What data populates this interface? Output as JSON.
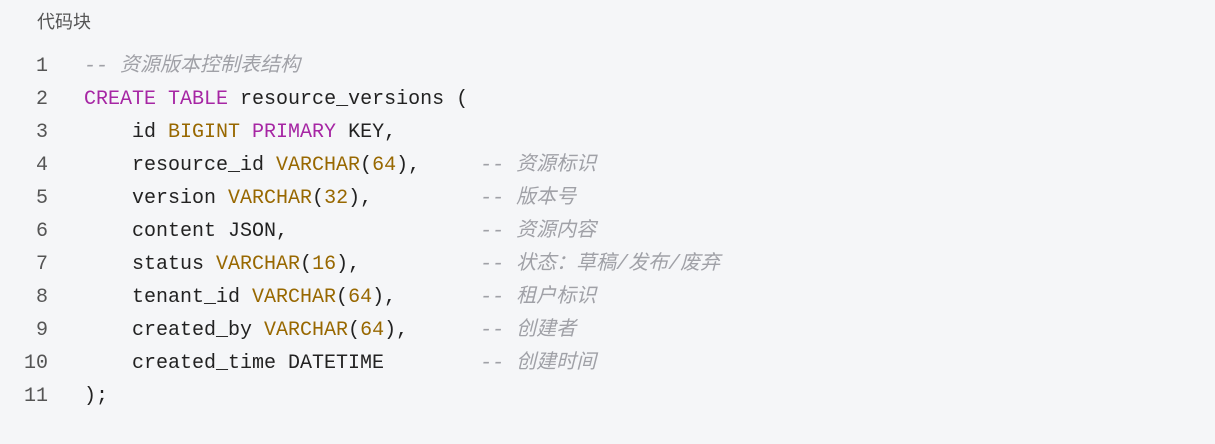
{
  "title": "代码块",
  "colors": {
    "background": "#f5f6f8",
    "keyword": "#a626a4",
    "type": "#986801",
    "comment": "#a0a1a7",
    "text": "#222222"
  },
  "lines": [
    [
      [
        "c",
        "-- 资源版本控制表结构"
      ]
    ],
    [
      [
        "k",
        "CREATE"
      ],
      [
        "p",
        " "
      ],
      [
        "k",
        "TABLE"
      ],
      [
        "p",
        " resource_versions ("
      ]
    ],
    [
      [
        "p",
        "    id "
      ],
      [
        "t",
        "BIGINT"
      ],
      [
        "p",
        " "
      ],
      [
        "k",
        "PRIMARY"
      ],
      [
        "p",
        " KEY,"
      ]
    ],
    [
      [
        "p",
        "    resource_id "
      ],
      [
        "t",
        "VARCHAR"
      ],
      [
        "p",
        "("
      ],
      [
        "t",
        "64"
      ],
      [
        "p",
        "),     "
      ],
      [
        "c",
        "-- 资源标识"
      ]
    ],
    [
      [
        "p",
        "    version "
      ],
      [
        "t",
        "VARCHAR"
      ],
      [
        "p",
        "("
      ],
      [
        "t",
        "32"
      ],
      [
        "p",
        "),         "
      ],
      [
        "c",
        "-- 版本号"
      ]
    ],
    [
      [
        "p",
        "    content JSON,                "
      ],
      [
        "c",
        "-- 资源内容"
      ]
    ],
    [
      [
        "p",
        "    status "
      ],
      [
        "t",
        "VARCHAR"
      ],
      [
        "p",
        "("
      ],
      [
        "t",
        "16"
      ],
      [
        "p",
        "),          "
      ],
      [
        "c",
        "-- 状态：草稿/发布/废弃"
      ]
    ],
    [
      [
        "p",
        "    tenant_id "
      ],
      [
        "t",
        "VARCHAR"
      ],
      [
        "p",
        "("
      ],
      [
        "t",
        "64"
      ],
      [
        "p",
        "),       "
      ],
      [
        "c",
        "-- 租户标识"
      ]
    ],
    [
      [
        "p",
        "    created_by "
      ],
      [
        "t",
        "VARCHAR"
      ],
      [
        "p",
        "("
      ],
      [
        "t",
        "64"
      ],
      [
        "p",
        "),      "
      ],
      [
        "c",
        "-- 创建者"
      ]
    ],
    [
      [
        "p",
        "    created_time DATETIME        "
      ],
      [
        "c",
        "-- 创建时间"
      ]
    ],
    [
      [
        "p",
        ");"
      ]
    ]
  ]
}
